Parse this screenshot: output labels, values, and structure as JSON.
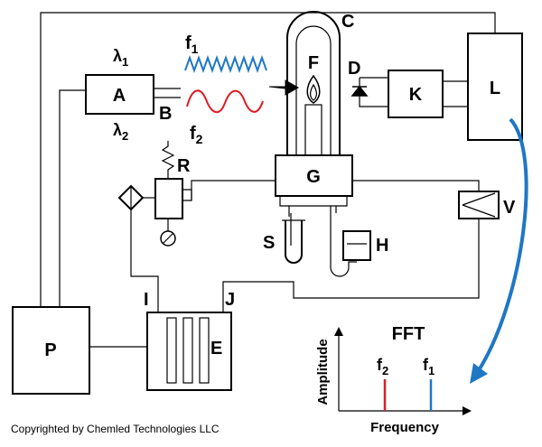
{
  "labels": {
    "A": "A",
    "B": "B",
    "C": "C",
    "D": "D",
    "E": "E",
    "F": "F",
    "G": "G",
    "H": "H",
    "I": "I",
    "J": "J",
    "K": "K",
    "L": "L",
    "P": "P",
    "R": "R",
    "S": "S",
    "V": "V",
    "lambda1": "λ",
    "lambda1_sub": "1",
    "lambda2": "λ",
    "lambda2_sub": "2",
    "f1": "f",
    "f1_sub": "1",
    "f2": "f",
    "f2_sub": "2"
  },
  "fft": {
    "title": "FFT",
    "xlabel": "Frequency",
    "ylabel": "Amplitude",
    "peak_f2": "f",
    "peak_f2_sub": "2",
    "peak_f1": "f",
    "peak_f1_sub": "1"
  },
  "colors": {
    "f1_wave": "#1f77c4",
    "f2_wave": "#e01b24",
    "arrow": "#1f77c4"
  },
  "copyright": "Copyrighted by Chemled Technologies LLC"
}
